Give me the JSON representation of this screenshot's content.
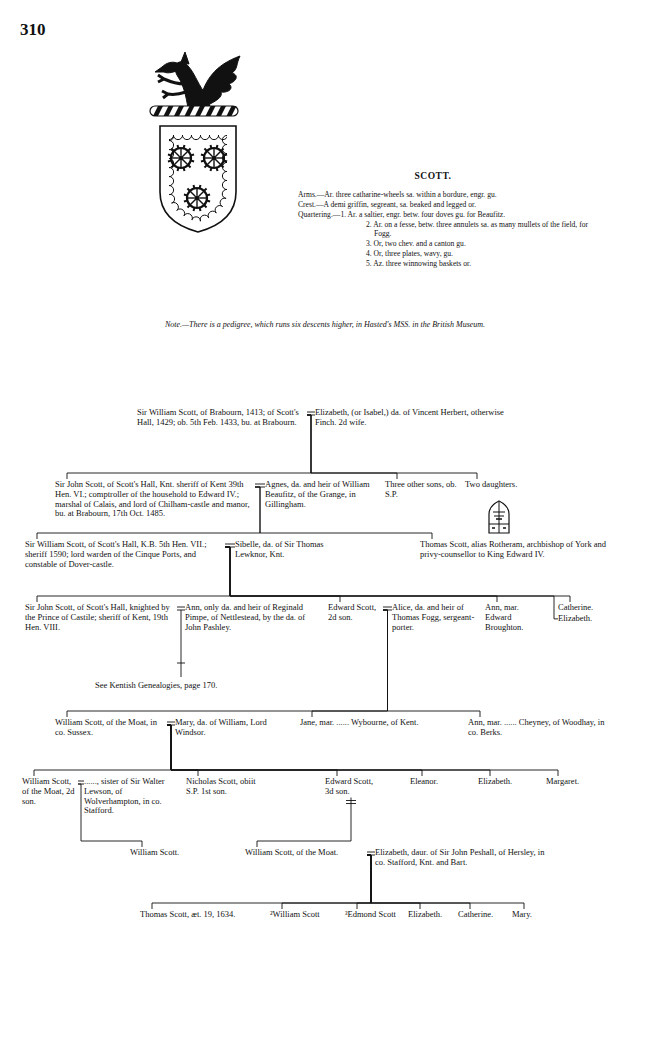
{
  "diagram": {
    "title": "SCOTT.",
    "nodes": [
      {
        "text": [
          "Sir William Scott, of Brabourn, 1413; of Scott's Hall, 1429; ob. 5th Feb. 1433, bu. at Brabourn."
        ]
      },
      {
        "text": [
          "Elizabeth, (or Isabel,) da. of Vincent Herbert, otherwise Finch. 2d wife."
        ]
      },
      {
        "text": [
          "Sir John Scott, of Scott's Hall, Knt. sheriff of Kent 39th Hen. VI.; comptroller of the household to Edward IV.; marshal of Calais, and lord of Chilham-castle and manor, bu. at Brabourn, 17th Oct. 1485."
        ]
      },
      {
        "text": [
          "Agnes, da. and heir of William Beaufitz, of the Grange, in Gillingham."
        ]
      },
      {
        "text": [
          "Three other sons, ob. S.P."
        ]
      },
      {
        "text": [
          "Two daughters."
        ]
      },
      {
        "text": [
          "Sir William Scott, of Scott's Hall, K.B. 5th Hen. VII.; sheriff 1590; lord warden of the Cinque Ports, and constable of Dover-castle."
        ]
      },
      {
        "text": [
          "Sibelle, da. of Sir Thomas Lewknor, Knt."
        ]
      },
      {
        "text": [
          "Thomas Scott, alias Rotheram, archbishop of York and privy-counsellor to King Edward IV."
        ]
      },
      {
        "text": [
          "Sir John Scott, of Scott's Hall, knighted by the Prince of Castile; sheriff of Kent, 19th Hen. VIII."
        ]
      },
      {
        "text": [
          "Ann, only da. and heir of Reginald Pimpe, of Nettlestead, by the da. of John Pashley."
        ]
      },
      {
        "text": [
          "Edward Scott, 2d son."
        ]
      },
      {
        "text": [
          "Alice, da. and heir of Thomas Fogg, sergeant-porter."
        ]
      },
      {
        "text": [
          "Ann, mar. Edward Broughton."
        ]
      },
      {
        "text": [
          "Catherine."
        ]
      },
      {
        "text": [
          "Elizabeth."
        ]
      },
      {
        "text": [
          "William Scott, of the Moat, in co. Sussex."
        ]
      },
      {
        "text": [
          "Mary, da. of William, Lord Windsor."
        ]
      },
      {
        "text": [
          "Jane, mar. ...... Wybourne, of Kent."
        ]
      },
      {
        "text": [
          "Ann, mar. ...... Cheyney, of Woodhay, in co. Berks."
        ]
      },
      {
        "text": [
          "William Scott, of the Moat, 2d son."
        ]
      },
      {
        "text": [
          "......, sister of Sir Walter Lewson, of Wolverhampton, in co. Stafford."
        ]
      },
      {
        "text": [
          "Nicholas Scott, obiit S.P. 1st son."
        ]
      },
      {
        "text": [
          "Edward Scott, 3d son."
        ]
      },
      {
        "text": [
          "Eleanor."
        ]
      },
      {
        "text": [
          "Elizabeth."
        ]
      },
      {
        "text": [
          "Margaret."
        ]
      },
      {
        "text": [
          "William Scott."
        ]
      },
      {
        "text": [
          "William Scott, of the Moat."
        ]
      },
      {
        "text": [
          "Elizabeth, daur. of Sir John Peshall, of Hersley, in co. Stafford, Knt. and Bart."
        ]
      },
      {
        "text": [
          "Thomas Scott, æt. 19, 1634."
        ]
      },
      {
        "text": [
          "²William Scott"
        ]
      },
      {
        "text": [
          "³Edmond Scott"
        ]
      },
      {
        "text": [
          "Elizabeth."
        ]
      },
      {
        "text": [
          "Catherine."
        ]
      },
      {
        "text": [
          "Mary."
        ]
      }
    ],
    "edges": [
      {
        "from": 0,
        "to": 1,
        "arrow": "none"
      },
      {
        "from": 2,
        "to": 3,
        "arrow": "none"
      },
      {
        "from": 6,
        "to": 7,
        "arrow": "none"
      },
      {
        "from": 9,
        "to": 10,
        "arrow": "none"
      },
      {
        "from": 11,
        "to": 12,
        "arrow": "none"
      },
      {
        "from": 16,
        "to": 17,
        "arrow": "none"
      },
      {
        "from": 20,
        "to": 21,
        "arrow": "none"
      },
      {
        "from": 28,
        "to": 29,
        "arrow": "none"
      },
      {
        "from": 0,
        "to": 2,
        "arrow": "none"
      },
      {
        "from": 0,
        "to": 4,
        "arrow": "none"
      },
      {
        "from": 0,
        "to": 5,
        "arrow": "none"
      },
      {
        "from": 2,
        "to": 6,
        "arrow": "none"
      },
      {
        "from": 2,
        "to": 8,
        "arrow": "none"
      },
      {
        "from": 6,
        "to": 9,
        "arrow": "none"
      },
      {
        "from": 6,
        "to": 11,
        "arrow": "none"
      },
      {
        "from": 6,
        "to": 13,
        "arrow": "none"
      },
      {
        "from": 6,
        "to": 14,
        "arrow": "none"
      },
      {
        "from": 6,
        "to": 15,
        "arrow": "none"
      },
      {
        "from": 11,
        "to": 16,
        "arrow": "none"
      },
      {
        "from": 11,
        "to": 18,
        "arrow": "none"
      },
      {
        "from": 11,
        "to": 19,
        "arrow": "none"
      },
      {
        "from": 16,
        "to": 20,
        "arrow": "none"
      },
      {
        "from": 16,
        "to": 22,
        "arrow": "none"
      },
      {
        "from": 16,
        "to": 23,
        "arrow": "none"
      },
      {
        "from": 16,
        "to": 24,
        "arrow": "none"
      },
      {
        "from": 16,
        "to": 25,
        "arrow": "none"
      },
      {
        "from": 16,
        "to": 26,
        "arrow": "none"
      },
      {
        "from": 20,
        "to": 27,
        "arrow": "none"
      },
      {
        "from": 23,
        "to": 28,
        "arrow": "none"
      },
      {
        "from": 28,
        "to": 30,
        "arrow": "none"
      },
      {
        "from": 28,
        "to": 31,
        "arrow": "none"
      },
      {
        "from": 28,
        "to": 32,
        "arrow": "none"
      },
      {
        "from": 28,
        "to": 33,
        "arrow": "none"
      },
      {
        "from": 28,
        "to": 34,
        "arrow": "none"
      },
      {
        "from": 28,
        "to": 35,
        "arrow": "none"
      }
    ],
    "labels": [
      "310",
      "Arms.—Ar. three catharine-wheels sa. within a bordure, engr. gu.",
      "Crest.—A demi griffin, segreant, sa. beaked and legged or.",
      "Quartering.—1. Ar. a saltier, engr. betw. four doves gu. for Beaufitz.",
      "2. Ar. on a fesse, betw. three annulets sa. as many mullets of the field, for Fogg.",
      "3. Or, two chev. and a canton gu.",
      "4. Or, three plates, wavy, gu.",
      "5. Az. three winnowing baskets or.",
      "Note.—There is a pedigree, which runs six descents higher, in Hasted's MSS. in the British Museum.",
      "See Kentish Genealogies, page 170."
    ]
  }
}
